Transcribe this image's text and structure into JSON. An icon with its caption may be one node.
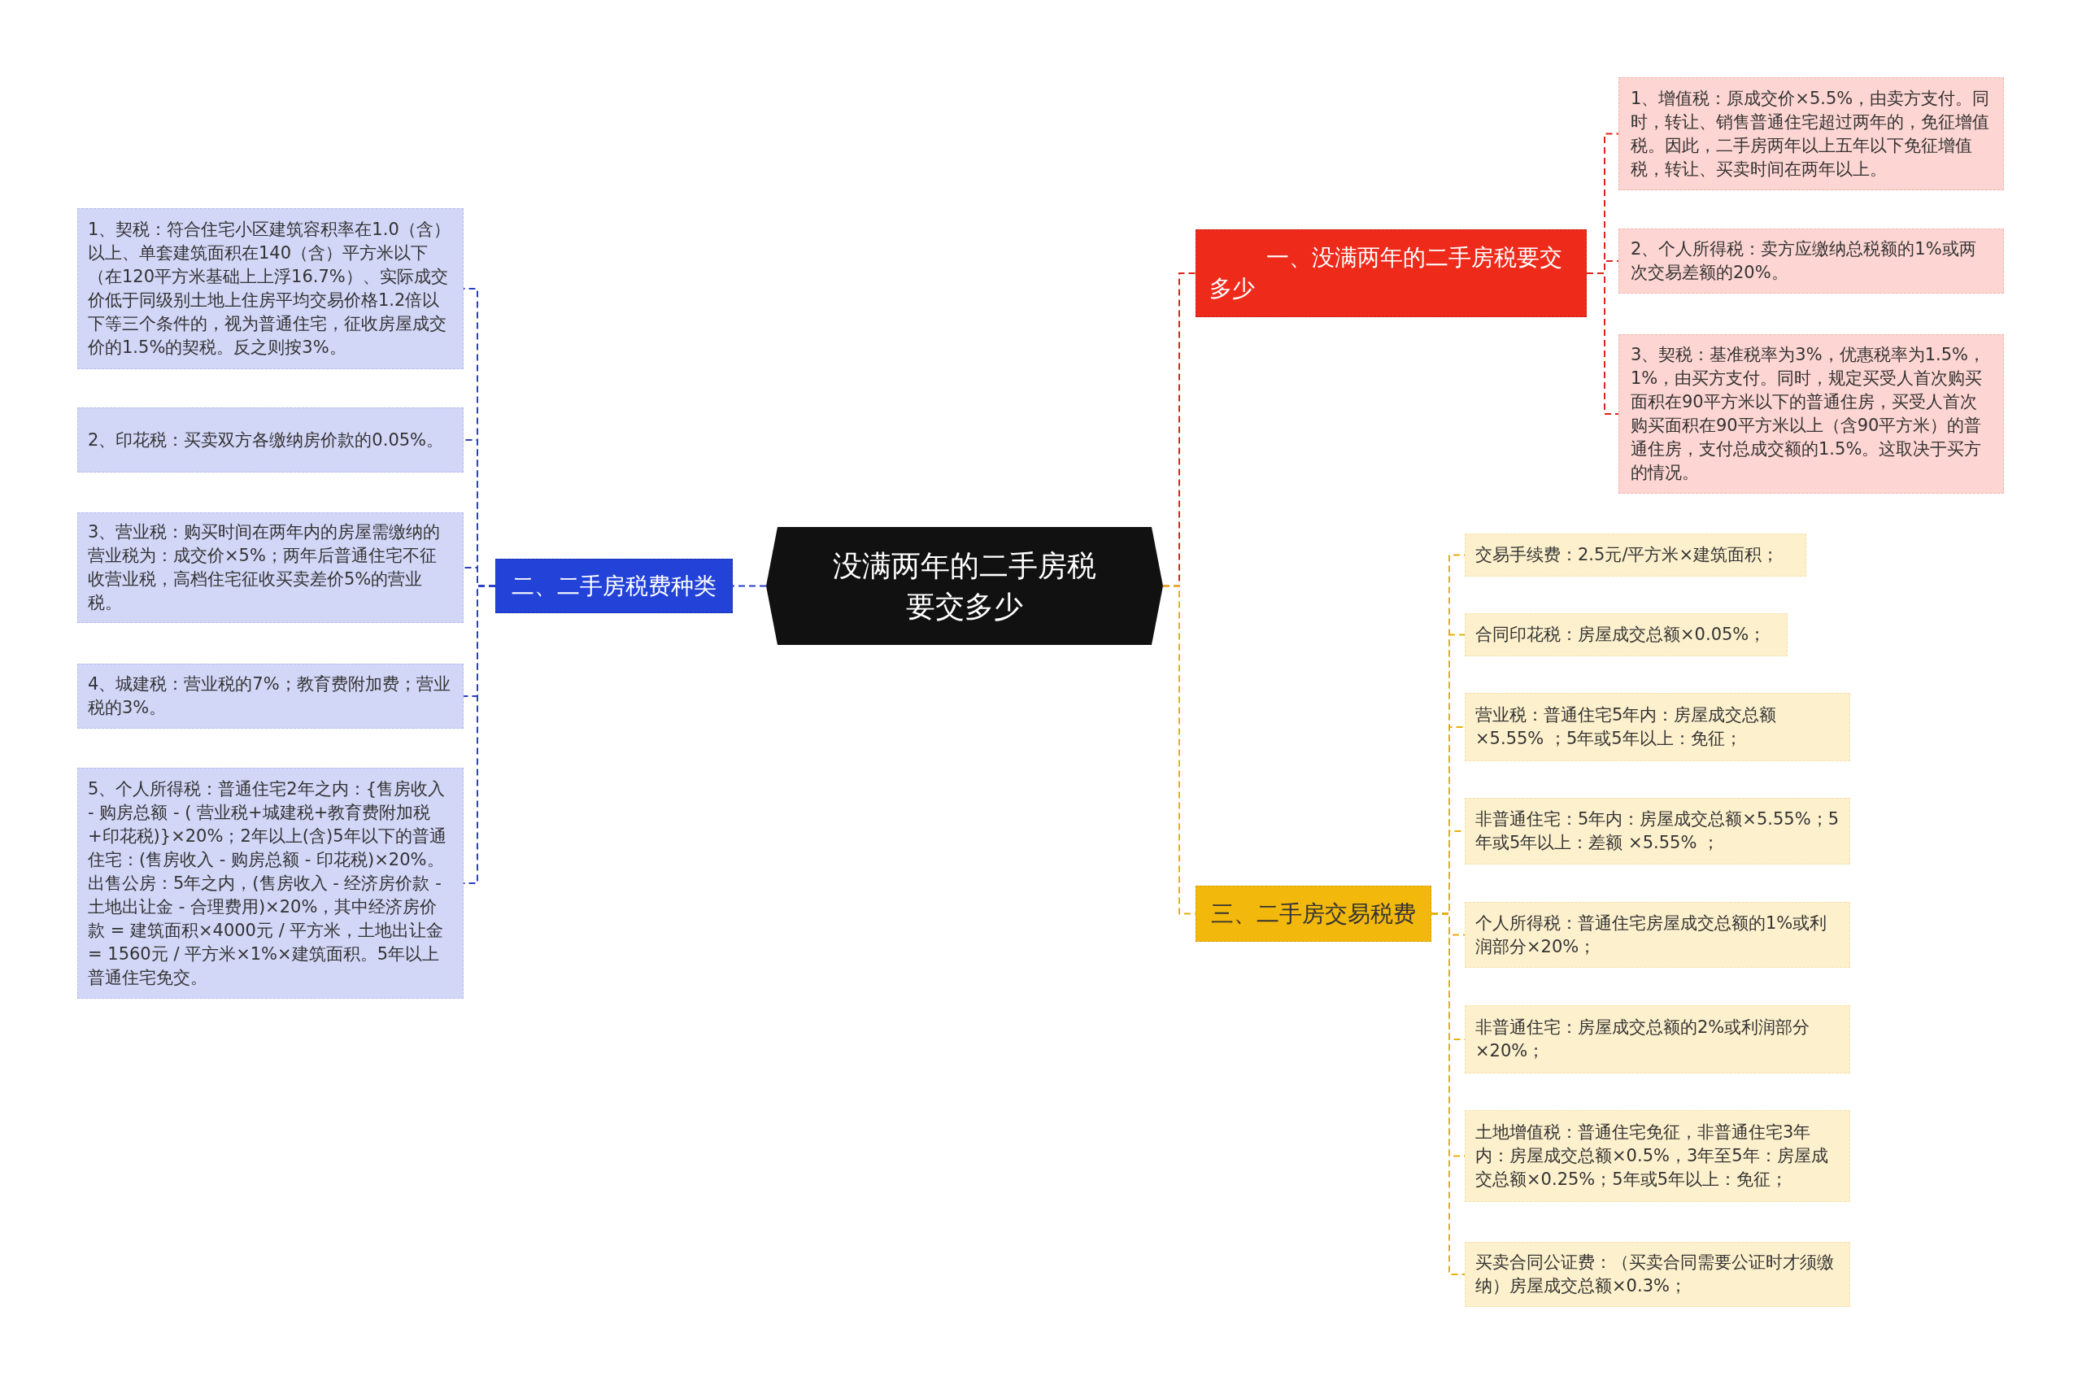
{
  "diagram": {
    "nodes": [
      {
        "text": [
          "没满两年的二手房税要交多少"
        ]
      },
      {
        "text": [
          "一、没满两年的二手房税要交多少"
        ]
      },
      {
        "text": [
          "1、增值税：原成交价×5.5%，由卖方支付。同时，转让、销售普通住宅超过两年的，免征增值税。因此，二手房两年以上五年以下免征增值税，转让、买卖时间在两年以上。"
        ]
      },
      {
        "text": [
          "2、个人所得税：卖方应缴纳总税额的1%或两次交易差额的20%。"
        ]
      },
      {
        "text": [
          "3、契税：基准税率为3%，优惠税率为1.5%，1%，由买方支付。同时，规定买受人首次购买面积在90平方米以下的普通住房，买受人首次购买面积在90平方米以上（含90平方米）的普通住房，支付总成交额的1.5%。这取决于买方的情况。"
        ]
      },
      {
        "text": [
          "二、二手房税费种类"
        ]
      },
      {
        "text": [
          "1、契税：符合住宅小区建筑容积率在1.0（含）以上、单套建筑面积在140（含）平方米以下（在120平方米基础上上浮16.7%）、实际成交价低于同级别土地上住房平均交易价格1.2倍以下等三个条件的，视为普通住宅，征收房屋成交价的1.5%的契税。反之则按3%。"
        ]
      },
      {
        "text": [
          "2、印花税：买卖双方各缴纳房价款的0.05%。"
        ]
      },
      {
        "text": [
          "3、营业税：购买时间在两年内的房屋需缴纳的营业税为：成交价×5%；两年后普通住宅不征收营业税，高档住宅征收买卖差价5%的营业税。"
        ]
      },
      {
        "text": [
          "4、城建税：营业税的7%；教育费附加费；营业税的3%。"
        ]
      },
      {
        "text": [
          "5、个人所得税：普通住宅2年之内：{售房收入 - 购房总额 - ( 营业税+城建税+教育费附加税+印花税)}×20%；2年以上(含)5年以下的普通住宅：(售房收入 - 购房总额 - 印花税)×20%。出售公房：5年之内，(售房收入 - 经济房价款 - 土地出让金 - 合理费用)×20%，其中经济房价款 = 建筑面积×4000元 / 平方米，土地出让金 = 1560元 / 平方米×1%×建筑面积。5年以上普通住宅免交。"
        ]
      },
      {
        "text": [
          "三、二手房交易税费"
        ]
      },
      {
        "text": [
          "交易手续费：2.5元/平方米×建筑面积；"
        ]
      },
      {
        "text": [
          "合同印花税：房屋成交总额×0.05%；"
        ]
      },
      {
        "text": [
          "营业税：普通住宅5年内：房屋成交总额×5.55% ；5年或5年以上：免征；"
        ]
      },
      {
        "text": [
          "非普通住宅：5年内：房屋成交总额×5.55%；5年或5年以上：差额 ×5.55% ；"
        ]
      },
      {
        "text": [
          "个人所得税：普通住宅房屋成交总额的1%或利润部分×20%；"
        ]
      },
      {
        "text": [
          "非普通住宅：房屋成交总额的2%或利润部分×20%；"
        ]
      },
      {
        "text": [
          "土地增值税：普通住宅免征，非普通住宅3年内：房屋成交总额×0.5%，3年至5年：房屋成交总额×0.25%；5年或5年以上：免征；"
        ]
      },
      {
        "text": [
          "买卖合同公证费：（买卖合同需要公证时才须缴纳）房屋成交总额×0.3%；"
        ]
      }
    ],
    "edges": [
      {
        "from": 0,
        "to": 1,
        "arrow": "none",
        "style": "dashed",
        "color": "#d9261c"
      },
      {
        "from": 1,
        "to": 2,
        "arrow": "none",
        "style": "dashed",
        "color": "#d9261c"
      },
      {
        "from": 1,
        "to": 3,
        "arrow": "none",
        "style": "dashed",
        "color": "#d9261c"
      },
      {
        "from": 1,
        "to": 4,
        "arrow": "none",
        "style": "dashed",
        "color": "#d9261c"
      },
      {
        "from": 0,
        "to": 5,
        "arrow": "none",
        "style": "dashed",
        "color": "#2a3fc4"
      },
      {
        "from": 5,
        "to": 6,
        "arrow": "none",
        "style": "dashed",
        "color": "#2a3fc4"
      },
      {
        "from": 5,
        "to": 7,
        "arrow": "none",
        "style": "dashed",
        "color": "#2a3fc4"
      },
      {
        "from": 5,
        "to": 8,
        "arrow": "none",
        "style": "dashed",
        "color": "#2a3fc4"
      },
      {
        "from": 5,
        "to": 9,
        "arrow": "none",
        "style": "dashed",
        "color": "#2a3fc4"
      },
      {
        "from": 5,
        "to": 10,
        "arrow": "none",
        "style": "dashed",
        "color": "#2a3fc4"
      },
      {
        "from": 0,
        "to": 11,
        "arrow": "none",
        "style": "dashed",
        "color": "#e8b00c"
      },
      {
        "from": 11,
        "to": 12,
        "arrow": "none",
        "style": "dashed",
        "color": "#e8b00c"
      },
      {
        "from": 11,
        "to": 13,
        "arrow": "none",
        "style": "dashed",
        "color": "#e8b00c"
      },
      {
        "from": 11,
        "to": 14,
        "arrow": "none",
        "style": "dashed",
        "color": "#e8b00c"
      },
      {
        "from": 11,
        "to": 15,
        "arrow": "none",
        "style": "dashed",
        "color": "#e8b00c"
      },
      {
        "from": 11,
        "to": 16,
        "arrow": "none",
        "style": "dashed",
        "color": "#e8b00c"
      },
      {
        "from": 11,
        "to": 17,
        "arrow": "none",
        "style": "dashed",
        "color": "#e8b00c"
      },
      {
        "from": 11,
        "to": 18,
        "arrow": "none",
        "style": "dashed",
        "color": "#e8b00c"
      },
      {
        "from": 11,
        "to": 19,
        "arrow": "none",
        "style": "dashed",
        "color": "#e8b00c"
      }
    ]
  }
}
